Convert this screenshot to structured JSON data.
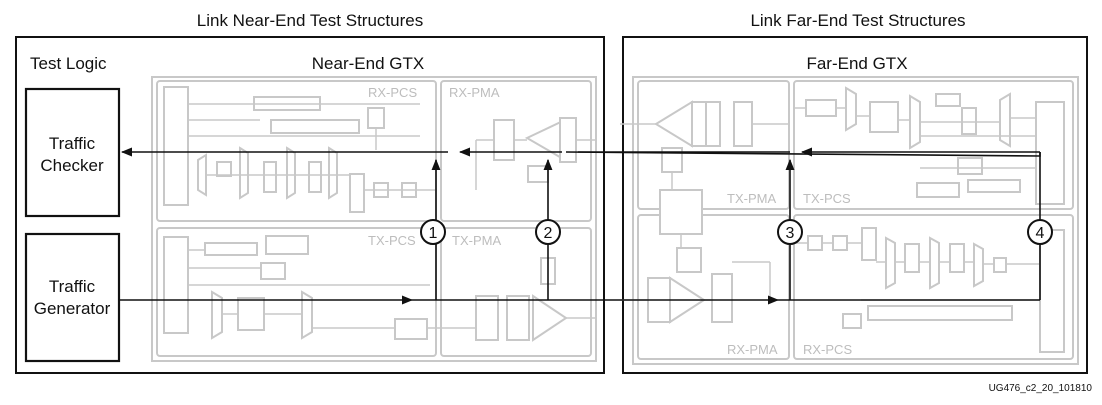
{
  "section_titles": {
    "near_end": "Link Near-End Test Structures",
    "far_end": "Link Far-End Test Structures"
  },
  "panels": {
    "test_logic": "Test Logic",
    "near_end_gtx": "Near-End GTX",
    "far_end_gtx": "Far-End GTX"
  },
  "blocks": {
    "traffic_checker_line1": "Traffic",
    "traffic_checker_line2": "Checker",
    "traffic_generator_line1": "Traffic",
    "traffic_generator_line2": "Generator"
  },
  "sublayers": {
    "near_rx_pcs": "RX-PCS",
    "near_rx_pma": "RX-PMA",
    "near_tx_pcs": "TX-PCS",
    "near_tx_pma": "TX-PMA",
    "far_tx_pma": "TX-PMA",
    "far_tx_pcs": "TX-PCS",
    "far_rx_pma": "RX-PMA",
    "far_rx_pcs": "RX-PCS"
  },
  "loopback_points": [
    "1",
    "2",
    "3",
    "4"
  ],
  "figure_id": "UG476_c2_20_101810",
  "colors": {
    "line": "#111111",
    "ghost": "#c8c8c8"
  }
}
